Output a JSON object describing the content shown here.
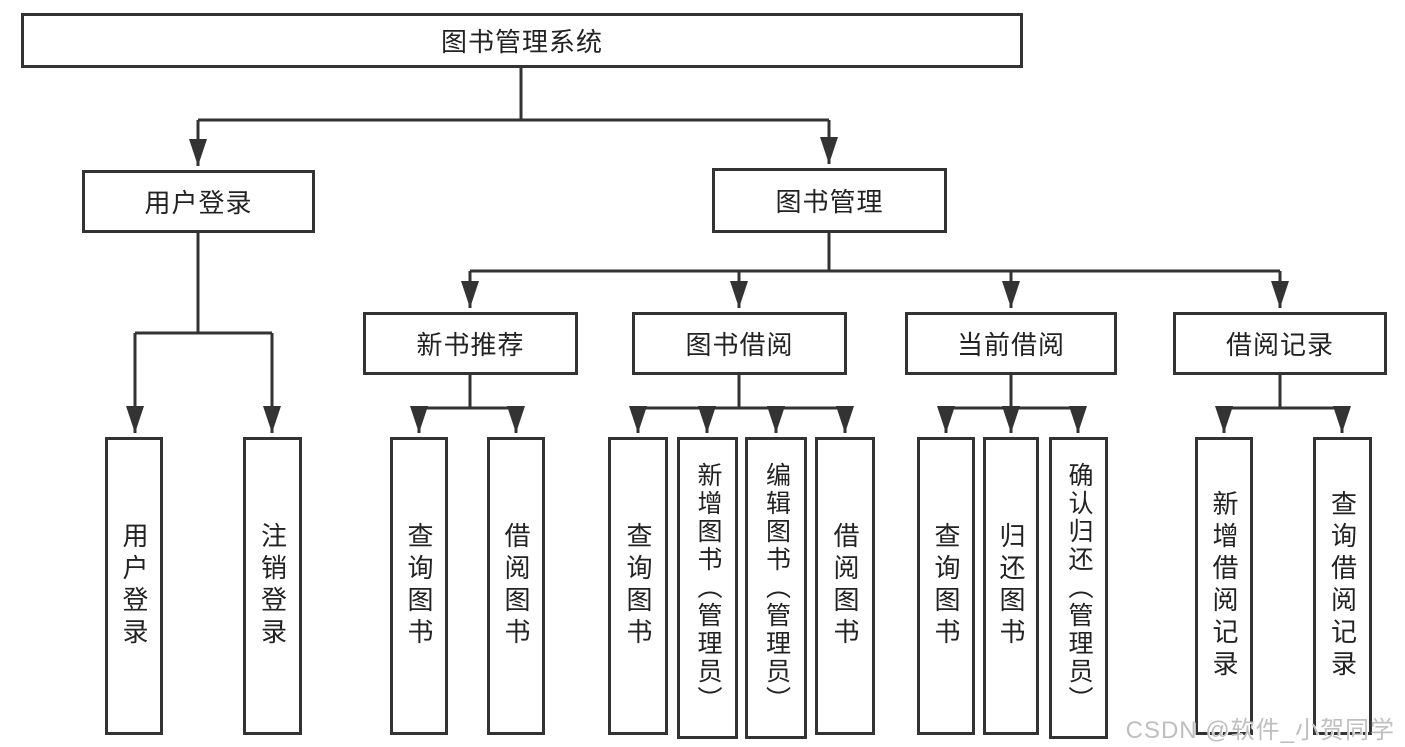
{
  "colors": {
    "line": "#333333",
    "box_border": "#333333",
    "text": "#222222",
    "background": "#ffffff",
    "watermark": "#bfbfbf"
  },
  "tree": {
    "root": {
      "label": "图书管理系统"
    },
    "branches": [
      {
        "label": "用户登录",
        "children": [
          {
            "label": "用户登录"
          },
          {
            "label": "注销登录"
          }
        ]
      },
      {
        "label": "图书管理",
        "groups": [
          {
            "label": "新书推荐",
            "children": [
              {
                "label": "查询图书"
              },
              {
                "label": "借阅图书"
              }
            ]
          },
          {
            "label": "图书借阅",
            "children": [
              {
                "label": "查询图书"
              },
              {
                "label": "新增图书（管理员）"
              },
              {
                "label": "编辑图书（管理员）"
              },
              {
                "label": "借阅图书"
              }
            ]
          },
          {
            "label": "当前借阅",
            "children": [
              {
                "label": "查询图书"
              },
              {
                "label": "归还图书"
              },
              {
                "label": "确认归还（管理员）"
              }
            ]
          },
          {
            "label": "借阅记录",
            "children": [
              {
                "label": "新增借阅记录"
              },
              {
                "label": "查询借阅记录"
              }
            ]
          }
        ]
      }
    ]
  },
  "watermark": {
    "text": "CSDN @软件_小贺同学"
  }
}
